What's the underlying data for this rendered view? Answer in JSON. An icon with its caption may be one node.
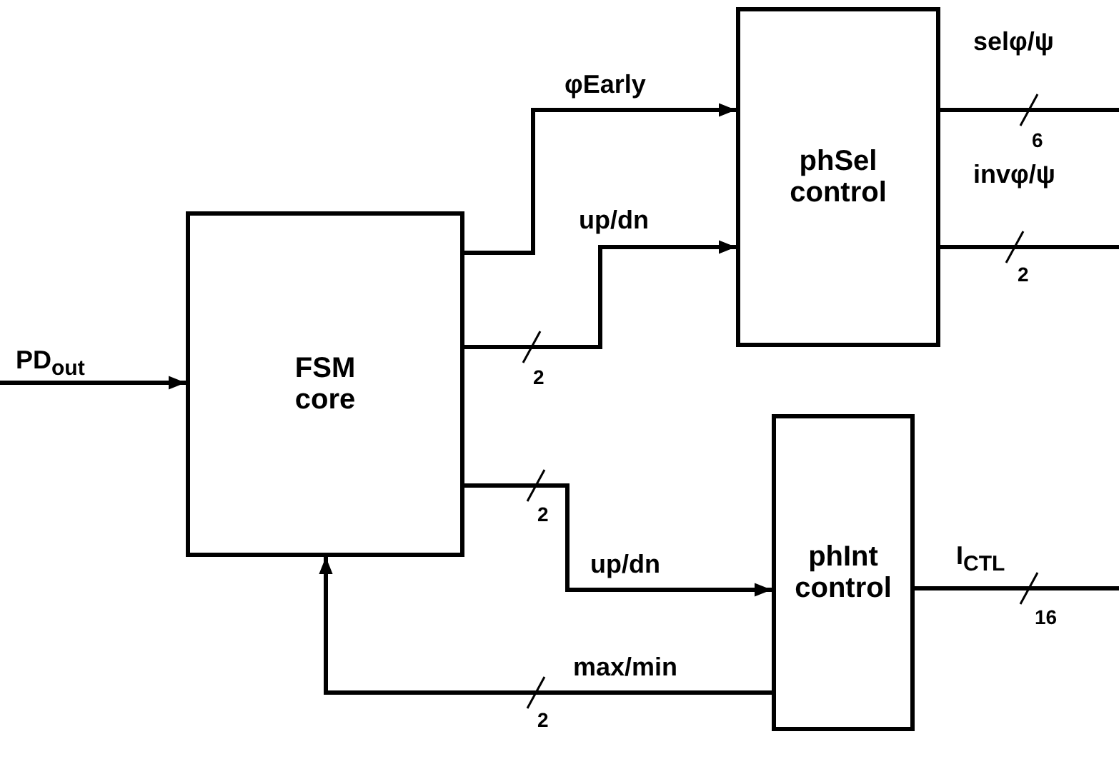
{
  "diagram": {
    "nodes": [
      {
        "text": [
          "FSM core"
        ]
      },
      {
        "text": [
          "phSel control"
        ]
      },
      {
        "text": [
          "phInt control"
        ]
      }
    ],
    "edges": [
      {
        "from": null,
        "to": 0,
        "arrow": "to",
        "label": "PD$_{out}$"
      },
      {
        "from": 0,
        "to": 1,
        "arrow": "to",
        "label": "φEarly"
      },
      {
        "from": 0,
        "to": 1,
        "arrow": "to",
        "label": "up/dn"
      },
      {
        "from": 1,
        "to": null,
        "arrow": "none",
        "label": "selφ/ψ"
      },
      {
        "from": 1,
        "to": null,
        "arrow": "none",
        "label": "invφ/ψ"
      },
      {
        "from": 0,
        "to": 2,
        "arrow": "to",
        "label": "up/dn"
      },
      {
        "from": 2,
        "to": 0,
        "arrow": "to",
        "label": "max/min"
      },
      {
        "from": 2,
        "to": null,
        "arrow": "none",
        "label": "I$_{CTL}$"
      }
    ],
    "labels": [
      "2",
      "6",
      "2",
      "2",
      "2",
      "16"
    ]
  }
}
